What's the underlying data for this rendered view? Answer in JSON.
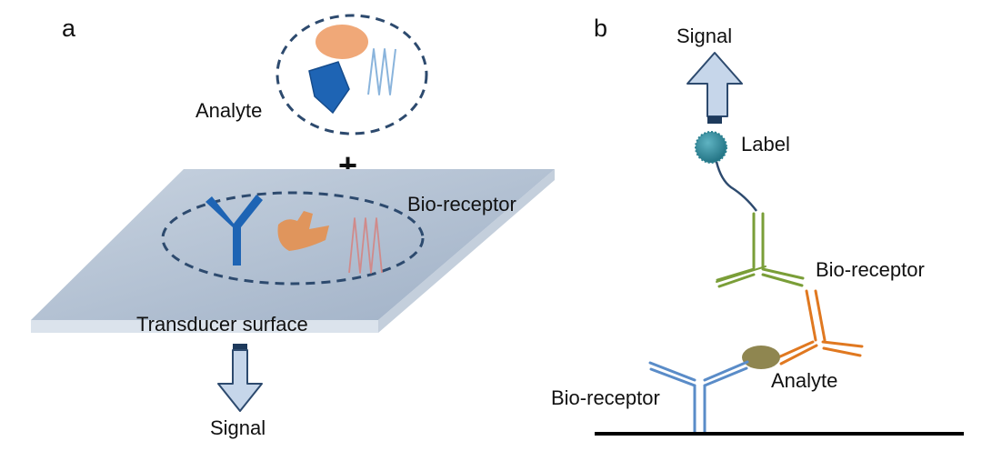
{
  "panels": {
    "a": {
      "letter": "a",
      "analyte_label": "Analyte",
      "plus": "+",
      "bioreceptor_label": "Bio-receptor",
      "surface_label": "Transducer surface",
      "signal_label": "Signal"
    },
    "b": {
      "letter": "b",
      "signal_label": "Signal",
      "label_label": "Label",
      "bioreceptor_top_label": "Bio-receptor",
      "analyte_label": "Analyte",
      "bioreceptor_bottom_label": "Bio-receptor"
    }
  },
  "colors": {
    "dashed_outline": "#2d4a6e",
    "surface_top": "#b9c6d6",
    "surface_edge": "#dbe3ec",
    "receptor_blue": "#1e64b4",
    "analyte_orange": "#f0a878",
    "analyte_orange_dark": "#e0955c",
    "receptor_red": "#d08a8a",
    "wave_blue": "#8ab4dc",
    "arrow_fill": "#c6d6ea",
    "arrow_stroke": "#2d4a6e",
    "antibody_green": "#7a9e38",
    "antibody_orange": "#e07820",
    "antibody_blue": "#5a8cc8",
    "label_teal": "#2a8090",
    "analyte_olive": "#8f8650",
    "baseline": "#000000"
  }
}
